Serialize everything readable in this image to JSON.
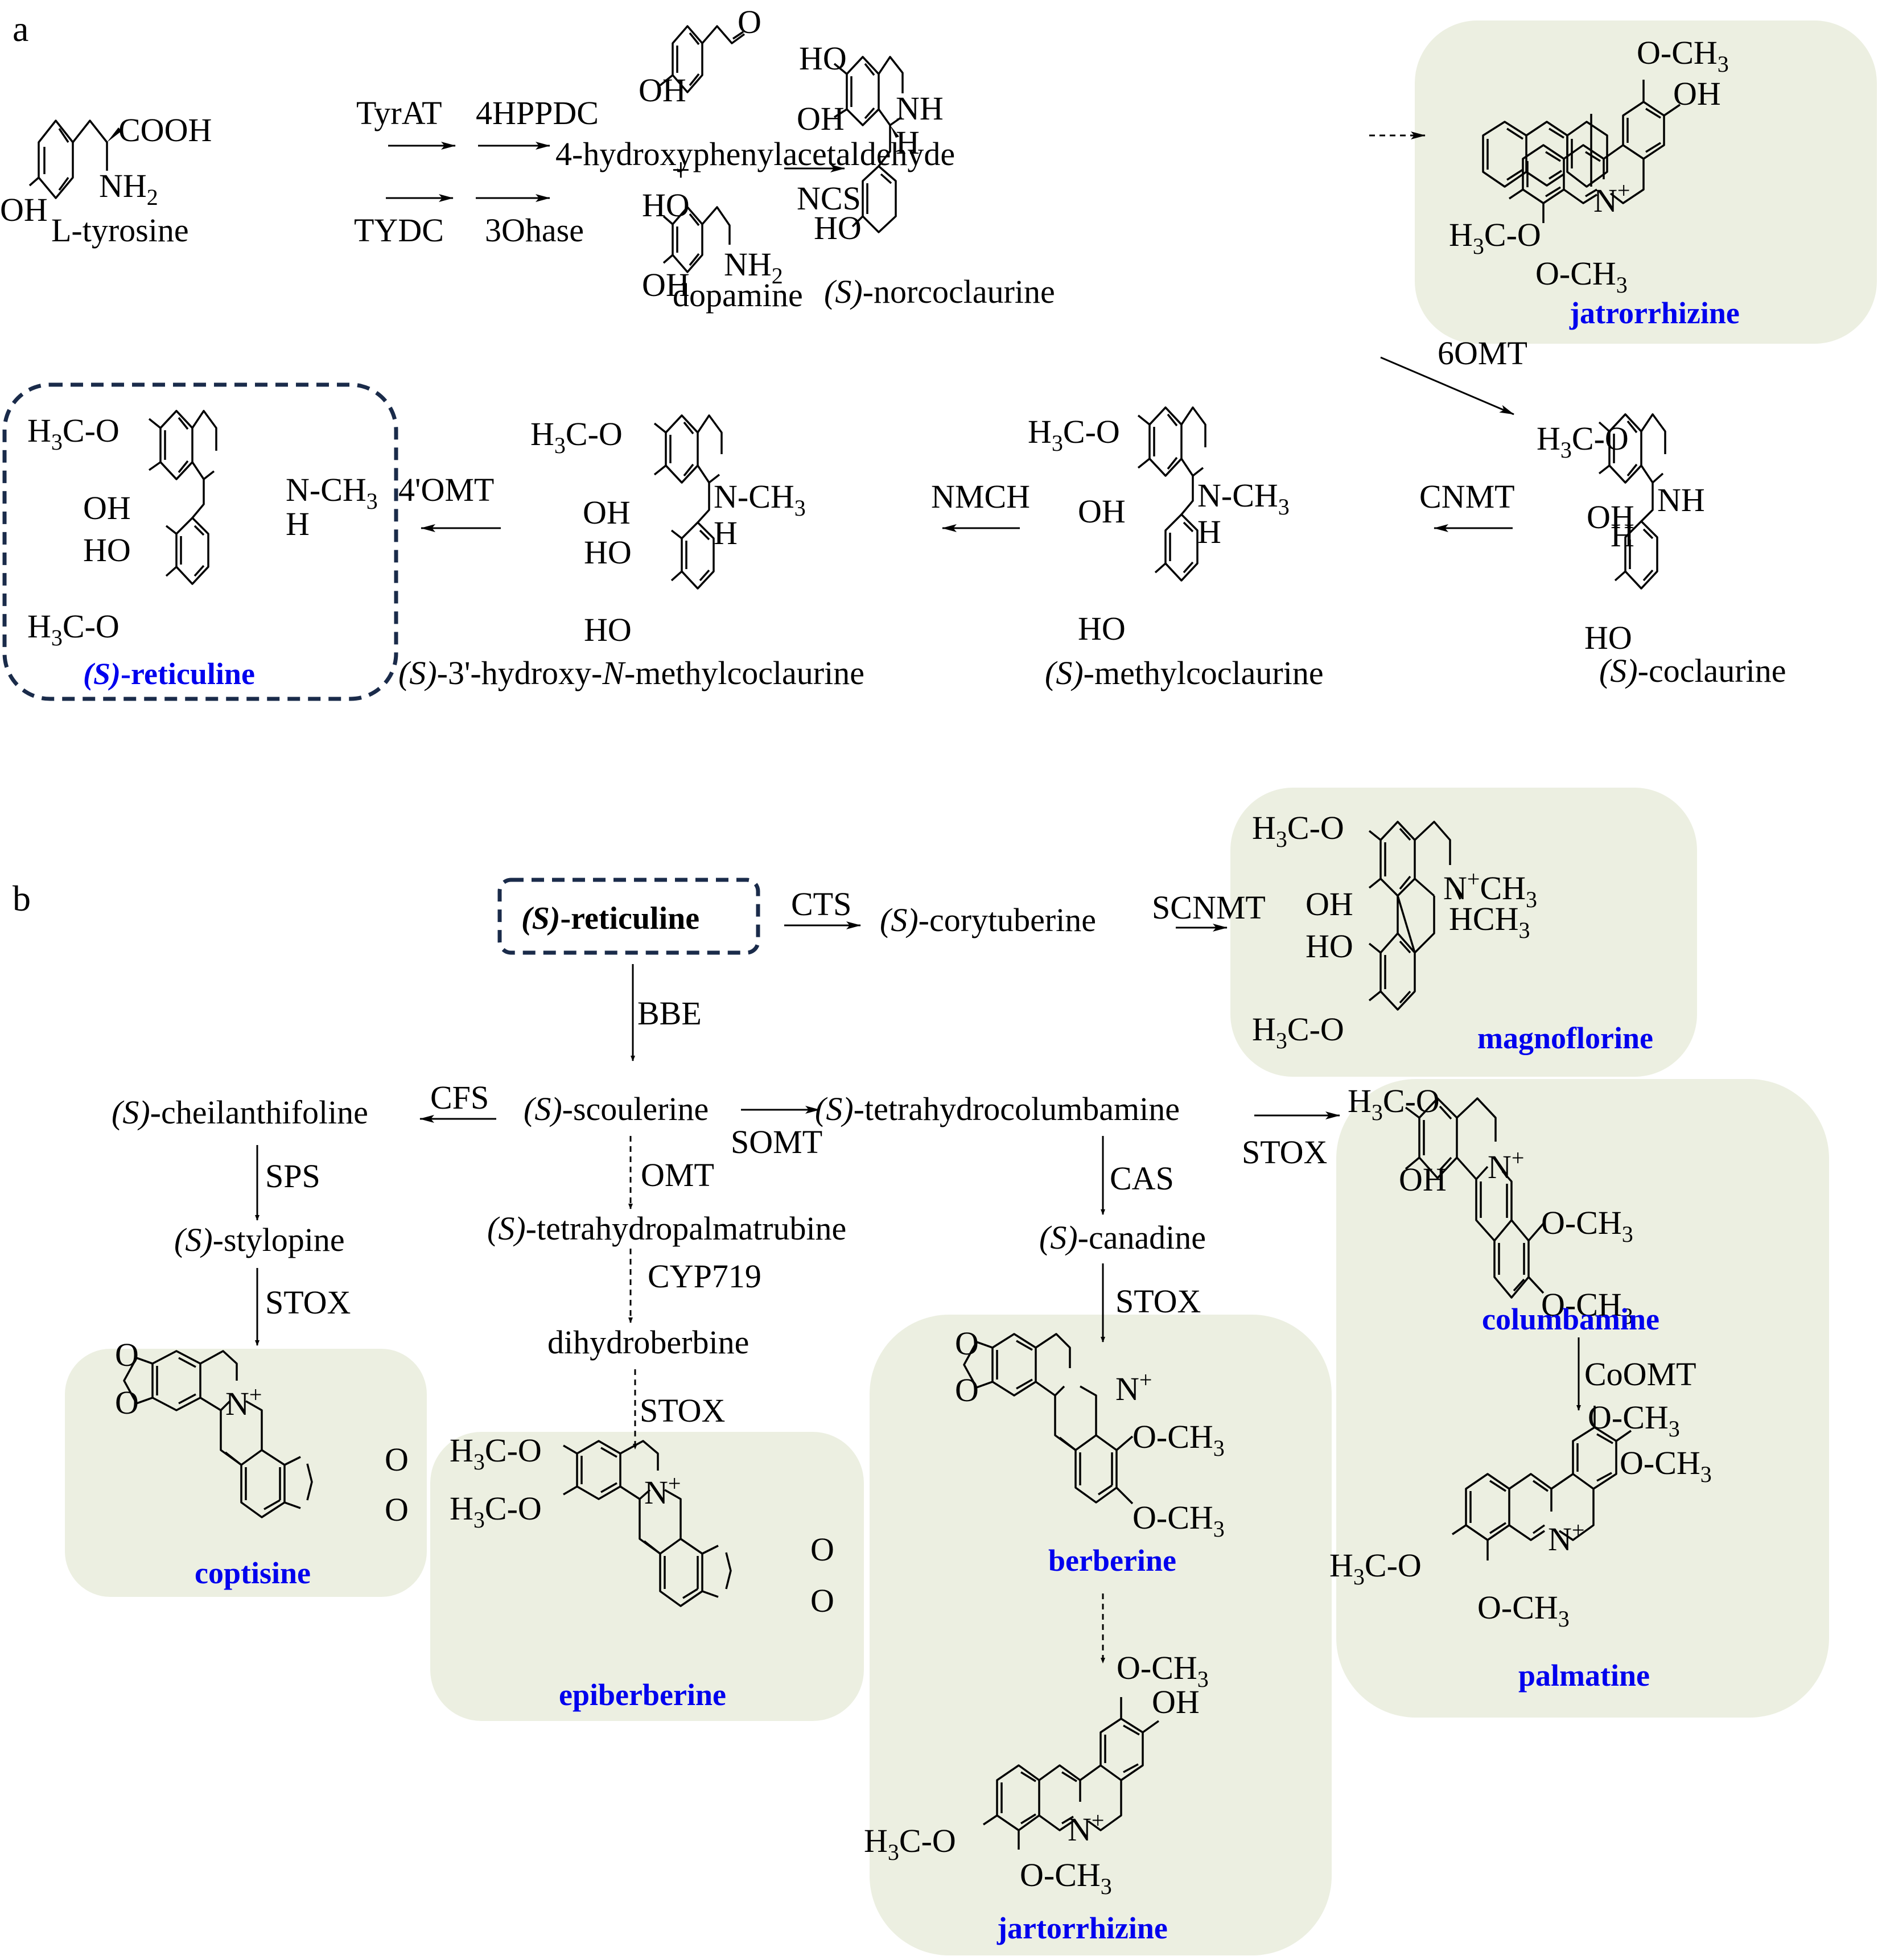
{
  "panels": {
    "a": "a",
    "b": "b"
  },
  "colors": {
    "product_label": "#0000ee",
    "highlight_box": "#ECEFE1",
    "dashed_box": "#1a2b4a"
  },
  "panel_a": {
    "compounds": {
      "tyrosine": {
        "name": "L-tyrosine",
        "groups": [
          "COOH",
          "NH",
          "2",
          "OH"
        ]
      },
      "hpaa": {
        "name": "4-hydroxyphenylacetaldehyde",
        "groups": [
          "O",
          "OH"
        ]
      },
      "plus": "+",
      "dopamine": {
        "name": "dopamine",
        "groups": [
          "HO",
          "OH",
          "NH",
          "2"
        ]
      },
      "norcoclaurine": {
        "name_prefix": "(S)",
        "name_suffix": "-norcoclaurine",
        "groups": [
          "HO",
          "OH",
          "NH",
          "H",
          "HO"
        ]
      },
      "jatrorrhizine": {
        "name": "jatrorrhizine",
        "groups": [
          "O-CH",
          "3",
          "OH",
          "N",
          "+",
          "H",
          "3",
          "C-O",
          "O-CH",
          "3"
        ]
      },
      "coclaurine": {
        "name_prefix": "(S)",
        "name_suffix": "-coclaurine",
        "groups": [
          "H",
          "3",
          "C-O",
          "OH",
          "NH",
          "H",
          "HO"
        ]
      },
      "methylcoclaurine": {
        "name_prefix": "(S)",
        "name_suffix": "-methylcoclaurine",
        "groups": [
          "H",
          "3",
          "C-O",
          "OH",
          "N-CH",
          "3",
          "H",
          "HO"
        ]
      },
      "hydroxy_methylcoclaurine": {
        "name_prefix": "(S)",
        "name_mid1": "-3'-hydroxy-",
        "name_italic": "N",
        "name_suffix": "-methylcoclaurine",
        "groups": [
          "H",
          "3",
          "C-O",
          "OH",
          "N-CH",
          "3",
          "H",
          "HO",
          "HO"
        ]
      },
      "reticuline": {
        "name_prefix": "(S)",
        "name_suffix": "-reticuline",
        "groups": [
          "H",
          "3",
          "C-O",
          "OH",
          "N-CH",
          "3",
          "H",
          "HO",
          "H",
          "3",
          "C-O"
        ]
      }
    },
    "enzymes": {
      "tyrat": "TyrAT",
      "hppdc": "4HPPDC",
      "tydc": "TYDC",
      "ohase": "3Ohase",
      "ncs": "NCS",
      "omt6": "6OMT",
      "cnmt": "CNMT",
      "nmch": "NMCH",
      "omt4": "4'OMT"
    }
  },
  "panel_b": {
    "nodes": {
      "reticuline": {
        "prefix": "(S)",
        "suffix": "-reticuline"
      },
      "corytuberine": {
        "prefix": "(S)",
        "suffix": "-corytuberine"
      },
      "scoulerine": {
        "prefix": "(S)",
        "suffix": "-scoulerine"
      },
      "cheilanthifoline": {
        "prefix": "(S)",
        "suffix": "-cheilanthifoline"
      },
      "tetrahydrocolumbamine": {
        "prefix": "(S)",
        "suffix": "-tetrahydrocolumbamine"
      },
      "stylopine": {
        "prefix": "(S)",
        "suffix": "-stylopine"
      },
      "tetrahydropalmatrubine": {
        "prefix": "(S)",
        "suffix": "-tetrahydropalmatrubine"
      },
      "canadine": {
        "prefix": "(S)",
        "suffix": "-canadine"
      },
      "dihydroberbine": {
        "name": "dihydroberbine"
      }
    },
    "products": {
      "magnoflorine": {
        "name": "magnoflorine",
        "groups": [
          "H",
          "3",
          "C-O",
          "OH",
          "N",
          "+",
          "CH",
          "3",
          "H",
          "CH",
          "3",
          "HO",
          "H",
          "3",
          "C-O"
        ]
      },
      "columbamine": {
        "name": "columbamine",
        "groups": [
          "H",
          "3",
          "C-O",
          "OH",
          "N",
          "+",
          "O-CH",
          "3",
          "O-CH",
          "3"
        ]
      },
      "coptisine": {
        "name": "coptisine",
        "groups": [
          "O",
          "O",
          "N",
          "+",
          "O",
          "O"
        ]
      },
      "epiberberine": {
        "name": "epiberberine",
        "groups": [
          "H",
          "3",
          "C-O",
          "H",
          "3",
          "C-O",
          "N",
          "+",
          "O",
          "O"
        ]
      },
      "berberine": {
        "name": "berberine",
        "groups": [
          "O",
          "O",
          "N",
          "+",
          "O-CH",
          "3",
          "O-CH",
          "3"
        ]
      },
      "palmatine": {
        "name": "palmatine",
        "groups": [
          "O-CH",
          "3",
          "O-CH",
          "3",
          "N",
          "+",
          "H",
          "3",
          "C-O",
          "O-CH",
          "3"
        ]
      },
      "jartorrhizine": {
        "name": "jartorrhizine",
        "groups": [
          "O-CH",
          "3",
          "OH",
          "N",
          "+",
          "H",
          "3",
          "C-O",
          "O-CH",
          "3"
        ]
      }
    },
    "enzymes": {
      "cts": "CTS",
      "scnmt": "SCNMT",
      "bbe": "BBE",
      "cfs": "CFS",
      "somt": "SOMT",
      "stox1": "STOX",
      "sps": "SPS",
      "stox2": "STOX",
      "omt": "OMT",
      "cyp": "CYP719",
      "stox3": "STOX",
      "cas": "CAS",
      "stox4": "STOX",
      "coomt": "CoOMT"
    }
  }
}
